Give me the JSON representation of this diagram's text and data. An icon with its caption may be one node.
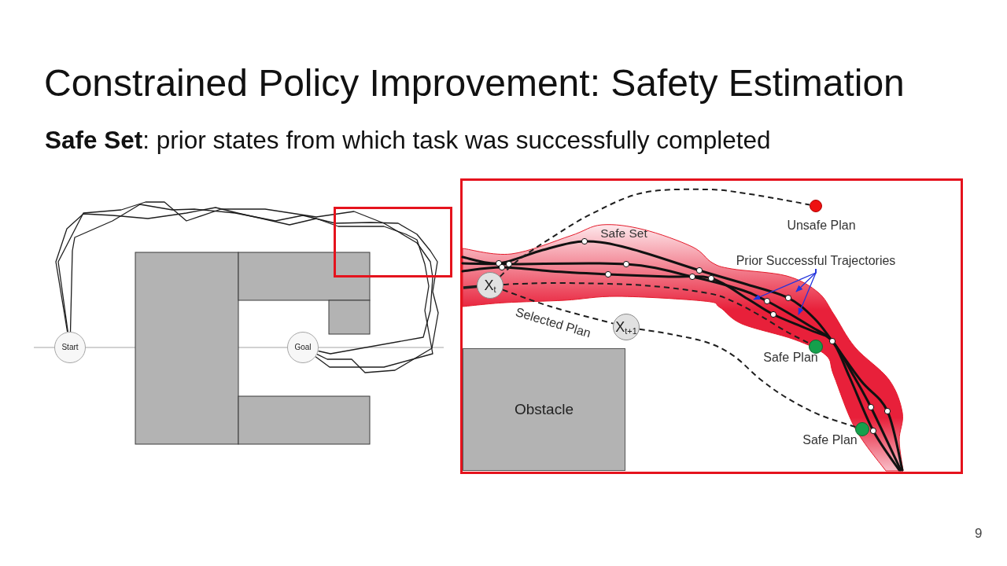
{
  "diagram": {
    "title": "Constrained Policy Improvement: Safety Estimation",
    "nodes": [
      {
        "text": [
          "Start"
        ]
      },
      {
        "text": [
          "Goal"
        ]
      },
      {
        "text": [],
        "shape": "box"
      },
      {
        "text": [],
        "shape": "circle",
        "beside": [
          "Unsafe Plan"
        ],
        "in": 2
      },
      {
        "text": [
          "Prior Successful Trajectories"
        ],
        "in": 2
      },
      {
        "text": [
          "X$_{t}$"
        ],
        "in": 2
      },
      {
        "text": [
          "X$_{t+1}$"
        ],
        "in": 2
      },
      {
        "text": [],
        "shape": "circle",
        "beside": [
          "Safe Plan"
        ],
        "in": 2
      },
      {
        "text": [
          "Obstacle"
        ],
        "in": 2
      },
      {
        "text": [],
        "shape": "circle",
        "beside": [
          "Safe Plan"
        ],
        "in": 2
      }
    ],
    "edges": [
      {
        "from": 0,
        "to": 1,
        "arrow": "none"
      },
      {
        "from": 0,
        "to": 1,
        "arrow": "none"
      },
      {
        "from": 0,
        "to": 1,
        "arrow": "none"
      },
      {
        "from": 5,
        "to": 3,
        "arrow": "none",
        "style": "dashed"
      },
      {
        "from": 5,
        "to": 7,
        "arrow": "none",
        "style": "dashed"
      },
      {
        "from": 5,
        "to": 6,
        "arrow": "none",
        "style": "dashed",
        "label": "Selected Plan"
      },
      {
        "from": 6,
        "to": 9,
        "arrow": "none",
        "style": "dashed"
      },
      {
        "from": 4,
        "to": null,
        "arrow": "to",
        "color": "#2233dd"
      },
      {
        "from": 4,
        "to": null,
        "arrow": "to",
        "color": "#2233dd"
      },
      {
        "from": 4,
        "to": null,
        "arrow": "to",
        "color": "#2233dd"
      },
      {
        "from": null,
        "to": 5,
        "arrow": "none",
        "style": "thick"
      }
    ],
    "labels": [
      "**Safe Set**: prior states from which task was successfully completed",
      "Safe Set",
      "9"
    ]
  }
}
